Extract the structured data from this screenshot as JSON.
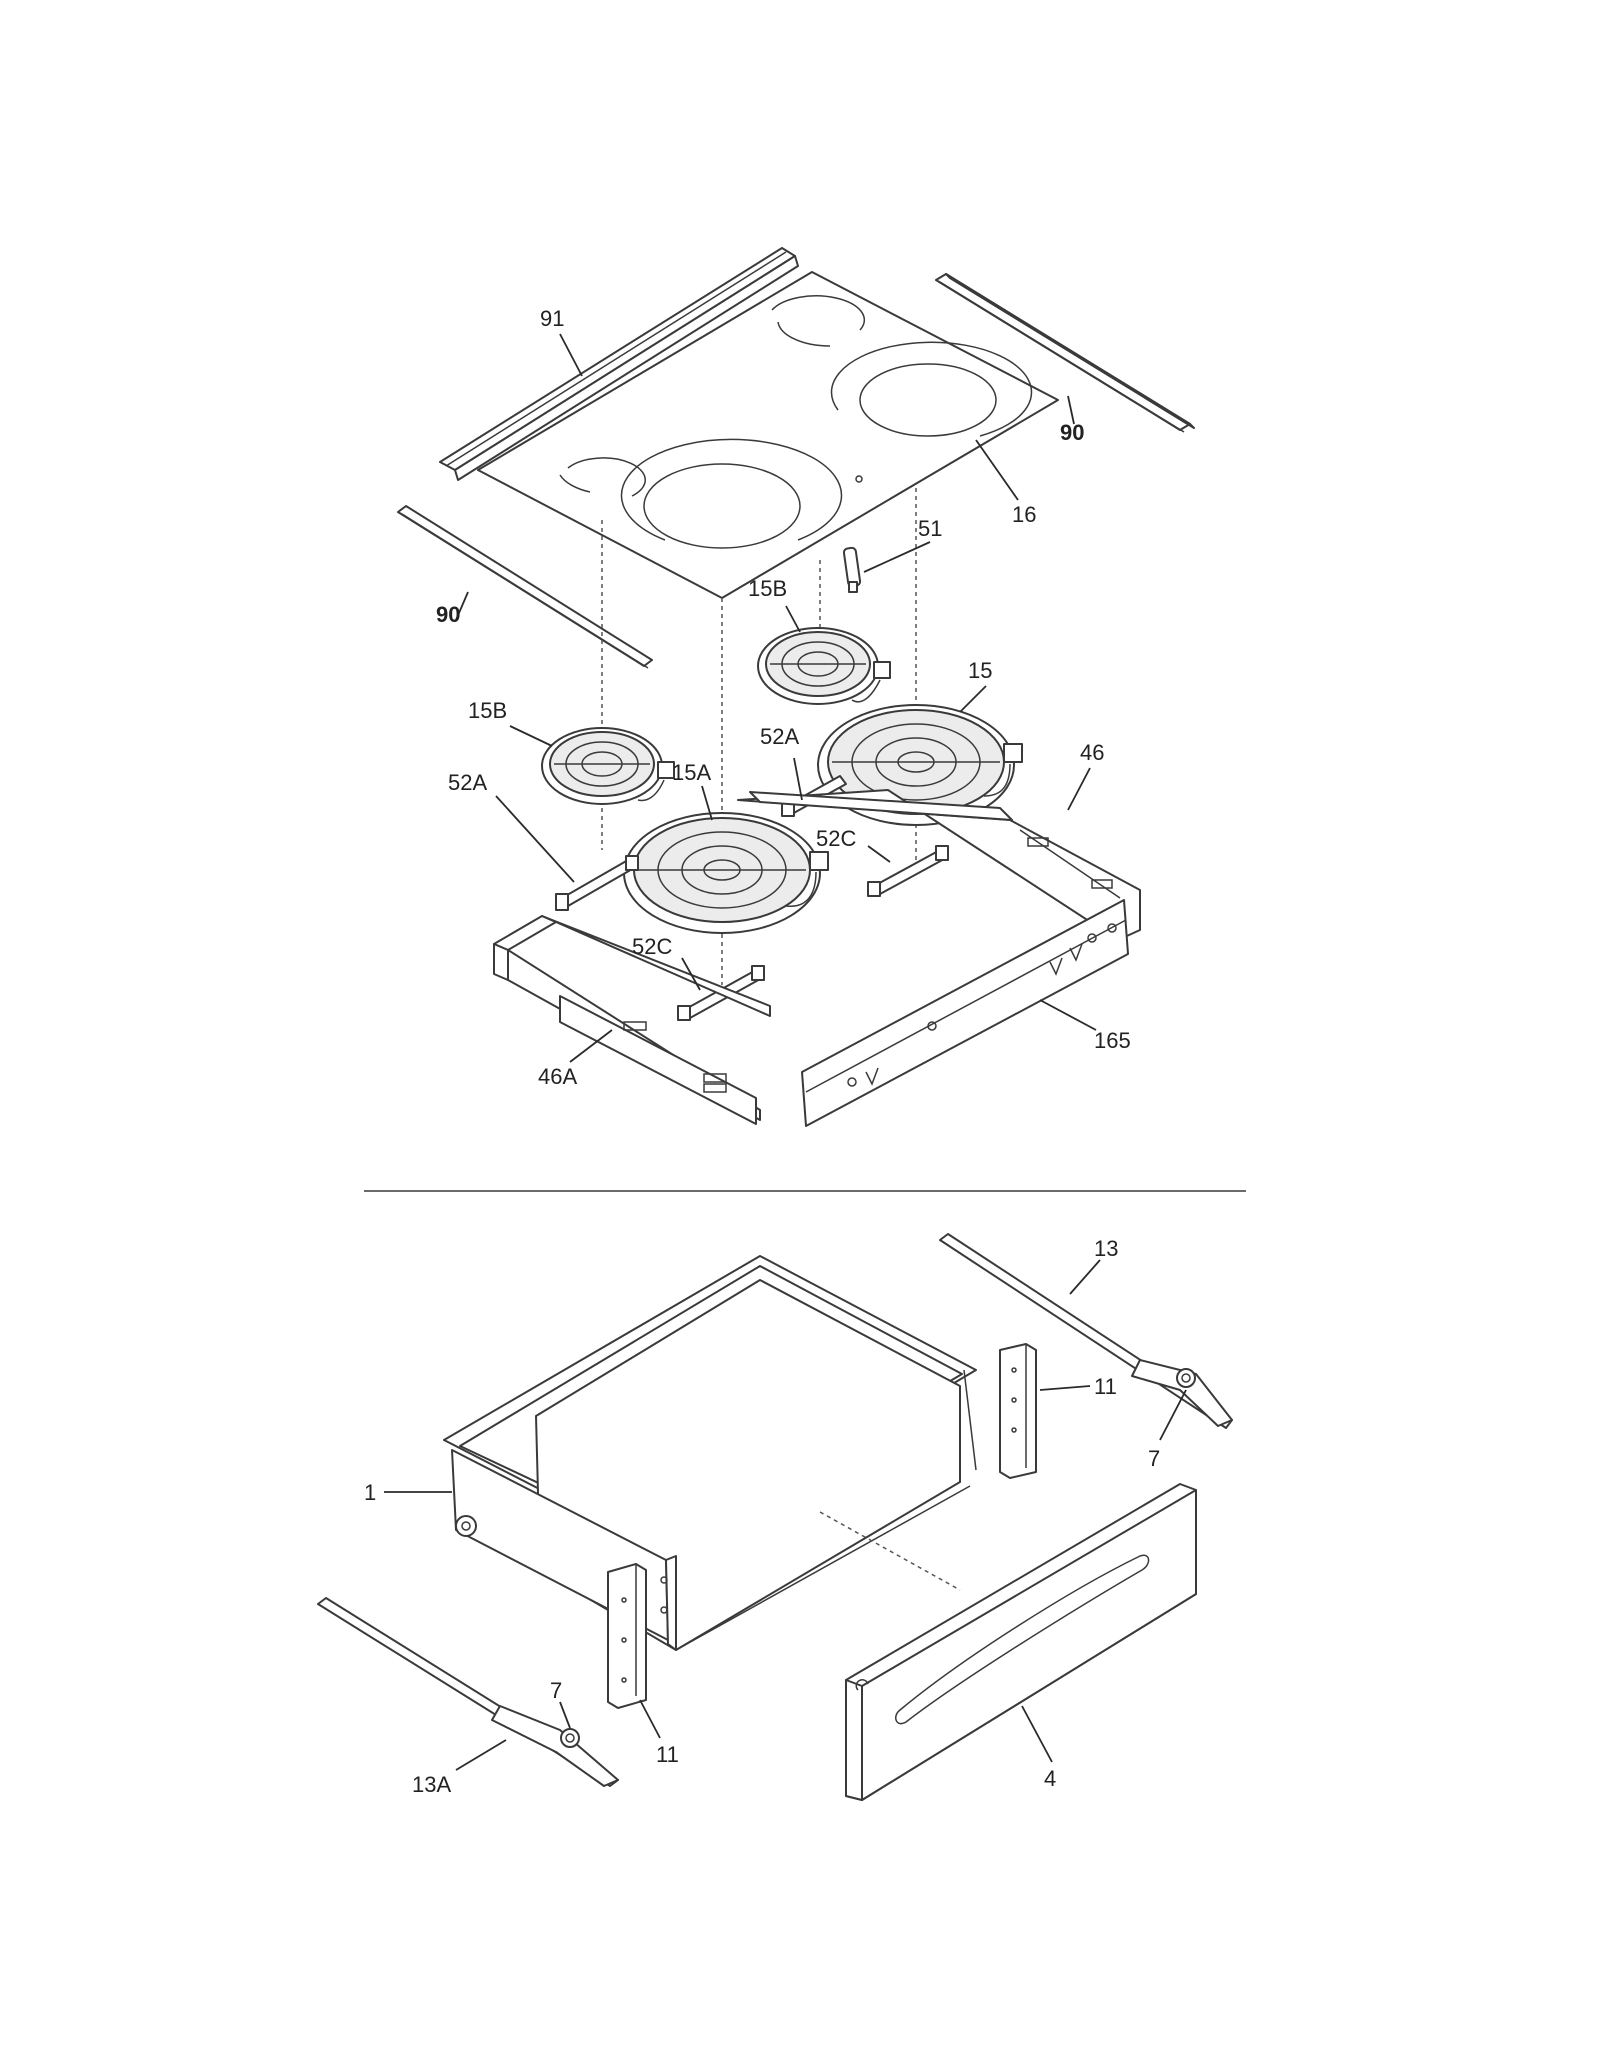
{
  "labels": {
    "l91": "91",
    "l90_right": "90",
    "l16": "16",
    "l51": "51",
    "l90_left": "90",
    "l15b_upper": "15B",
    "l15": "15",
    "l52a_right": "52A",
    "l46": "46",
    "l15b_left": "15B",
    "l52a_left": "52A",
    "l15a": "15A",
    "l52c_right": "52C",
    "l52c_left": "52C",
    "l165": "165",
    "l46a": "46A",
    "l13": "13",
    "l11_right": "11",
    "l7_right": "7",
    "l1": "1",
    "l7_left": "7",
    "l11_left": "11",
    "l13a": "13A",
    "l4": "4"
  }
}
